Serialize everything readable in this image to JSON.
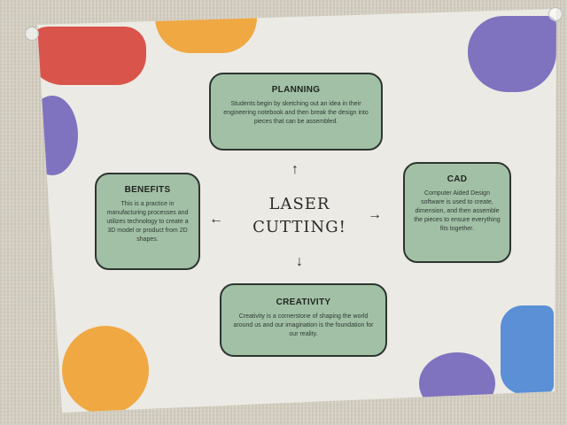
{
  "title": "LASER CUTTING!",
  "boxes": {
    "planning": {
      "heading": "PLANNING",
      "text": "Students begin by sketching out an idea in their engineering notebook and then break the design into pieces that can be assembled."
    },
    "benefits": {
      "heading": "BENEFITS",
      "text": "This is a practice in manufacturing processes and utilizes technology to create a 3D model or product from 2D shapes."
    },
    "cad": {
      "heading": "CAD",
      "text": "Computer Aided Design software is used to create, dimension, and then assemble the pieces to ensure everything fits together."
    },
    "creativity": {
      "heading": "CREATIVITY",
      "text": "Creativity is a cornerstone of shaping the world around us and our imagination is the foundation for our reality."
    }
  },
  "colors": {
    "box": "#a2c0a6",
    "red": "#d9544a",
    "orange": "#f0a843",
    "purple": "#7f73c0",
    "blue": "#5b8fd6"
  }
}
